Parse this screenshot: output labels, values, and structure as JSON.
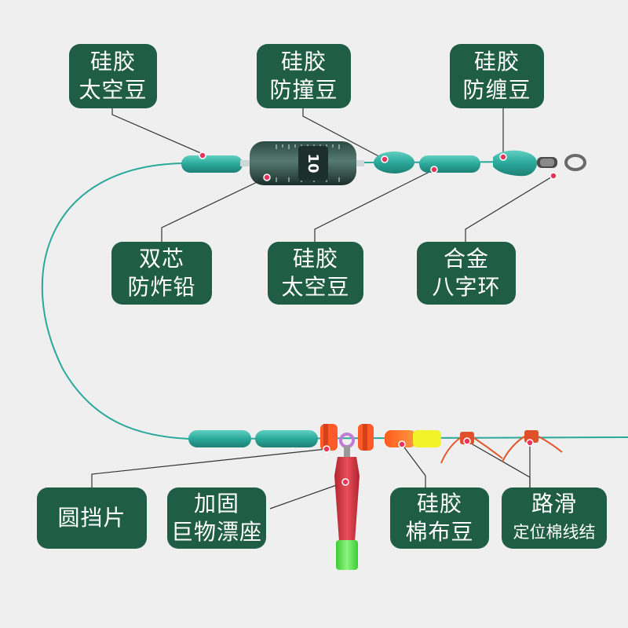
{
  "labels": {
    "top_left": {
      "l1": "硅胶",
      "l2": "太空豆"
    },
    "top_mid": {
      "l1": "硅胶",
      "l2": "防撞豆"
    },
    "top_right": {
      "l1": "硅胶",
      "l2": "防缠豆"
    },
    "mid_left": {
      "l1": "双芯",
      "l2": "防炸铅"
    },
    "mid_mid": {
      "l1": "硅胶",
      "l2": "太空豆"
    },
    "mid_right": {
      "l1": "合金",
      "l2": "八字环"
    },
    "bot_1": {
      "l1": "圆挡片"
    },
    "bot_2": {
      "l1": "加固",
      "l2": "巨物漂座"
    },
    "bot_3": {
      "l1": "硅胶",
      "l2": "棉布豆"
    },
    "bot_4": {
      "l1": "路滑",
      "l2": "定位棉线结"
    }
  },
  "sinker_number": "10",
  "colors": {
    "label_bg": "#1f5d46",
    "line": "#2aa89a",
    "bean": "#2aa89a",
    "marker": "#e8335a",
    "orange": "#ff6a2a",
    "yellow": "#f4f22a",
    "float_red": "#d8343e",
    "float_green": "#5bea4d"
  }
}
